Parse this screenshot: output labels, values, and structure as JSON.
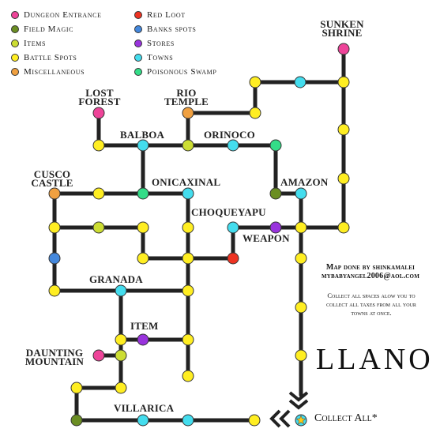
{
  "colors": {
    "dungeon": "#ee4499",
    "field_magic": "#6b8e23",
    "items": "#ccdd33",
    "battle": "#ffee22",
    "misc": "#f0a040",
    "red_loot": "#ee3322",
    "bank": "#4488dd",
    "stores": "#9933dd",
    "towns": "#44ddee",
    "swamp": "#33dd88",
    "path": "#222222"
  },
  "legend": [
    {
      "label": "Dungeon Entrance",
      "color": "dungeon"
    },
    {
      "label": "Field Magic",
      "color": "field_magic"
    },
    {
      "label": "Items",
      "color": "items"
    },
    {
      "label": "Battle Spots",
      "color": "battle"
    },
    {
      "label": "Miscellaneous",
      "color": "misc"
    },
    {
      "label": "Red Loot",
      "color": "red_loot"
    },
    {
      "label": "Banks spots",
      "color": "bank"
    },
    {
      "label": "Stores",
      "color": "stores"
    },
    {
      "label": "Towns",
      "color": "towns"
    },
    {
      "label": "Poisonous Swamp",
      "color": "swamp"
    }
  ],
  "places": {
    "sunken_shrine_1": "Sunken",
    "sunken_shrine_2": "Shrine",
    "lost_forest_1": "Lost",
    "lost_forest_2": "Forest",
    "rio_temple_1": "Rio",
    "rio_temple_2": "Temple",
    "balboa": "Balboa",
    "orinoco": "Orinoco",
    "cusco_castle_1": "Cusco",
    "cusco_castle_2": "Castle",
    "onicaxinal": "Onicaxinal",
    "amazon": "Amazon",
    "choqueyapu": "Choqueyapu",
    "weapon": "Weapon",
    "granada": "Granada",
    "item": "Item",
    "daunting_mountain_1": "Daunting",
    "daunting_mountain_2": "Mountain",
    "villarica": "Villarica"
  },
  "credit": {
    "line1": "Map done by shinkamalei",
    "line2": "mybabyangel2006@aol.com"
  },
  "note": {
    "line1": "Collect all spaces alow you to",
    "line2": "collect all taxes from all your",
    "line3": "towns at once."
  },
  "board_title": "LLANO",
  "collect_all": "Collect All*",
  "icons": {
    "collect_space": "star-icon",
    "arrows_down": "chevron-down-icon",
    "arrows_left": "chevron-left-icon"
  }
}
